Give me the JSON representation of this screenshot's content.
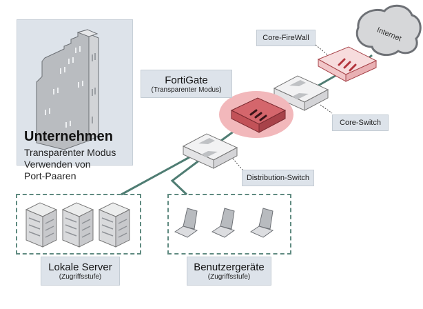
{
  "company": {
    "title": "Unternehmen",
    "lines": [
      "Transparenter Modus",
      "Verwenden von",
      "Port-Paaren"
    ],
    "icon": "office-building-icon"
  },
  "nodes": {
    "internet": {
      "label": "Internet",
      "icon": "cloud-icon"
    },
    "core_firewall": {
      "label": "Core-FireWall",
      "icon": "firewall-appliance-icon"
    },
    "fortigate": {
      "label": "FortiGate",
      "sublabel": "(Transparenter Modus)",
      "icon": "fortigate-appliance-icon"
    },
    "core_switch": {
      "label": "Core-Switch",
      "icon": "switch-icon"
    },
    "distribution_switch": {
      "label": "Distribution-Switch",
      "icon": "switch-icon"
    }
  },
  "groups": {
    "servers": {
      "label": "Lokale Server",
      "sublabel": "(Zugriffsstufe)",
      "count": 3,
      "icon": "server-tower-icon"
    },
    "devices": {
      "label": "Benutzergeräte",
      "sublabel": "(Zugriffsstufe)",
      "count": 3,
      "icon": "laptop-icon"
    }
  },
  "colors": {
    "link": "#4f7d73",
    "fortigate_accent": "#c8545a",
    "highlight_halo": "#f2b8bb",
    "label_bg": "#dde3ea"
  }
}
